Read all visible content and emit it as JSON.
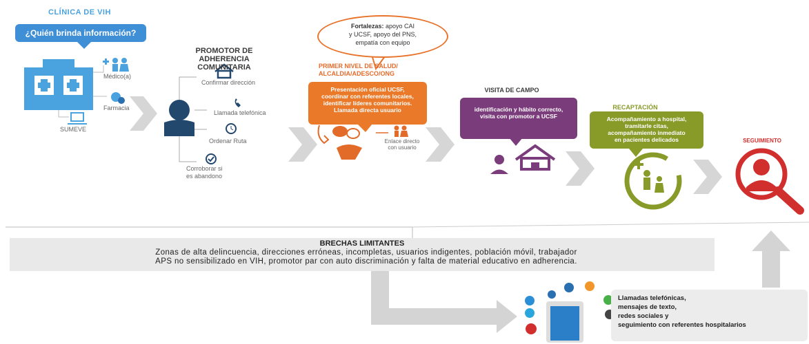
{
  "clinic": {
    "title": "CLÍNICA DE VIH",
    "question": "¿Quién brinda información?",
    "sources": [
      "Médico(a)",
      "Farmacia",
      "SUMEVE"
    ]
  },
  "promoter": {
    "title_line1": "PROMOTOR DE",
    "title_line2": "ADHERENCIA COMUNITARIA",
    "actions": [
      "Confirmar dirección",
      "Llamada telefónica",
      "Ordenar Ruta",
      "Corroborar si",
      "es abandono"
    ]
  },
  "strengths": {
    "label": "Fortalezas:",
    "line1": " apoyo CAI",
    "line2": "y UCSF, apoyo del PNS,",
    "line3": "empatía con equipo"
  },
  "first_level": {
    "title_line1": "PRIMER NIVEL DE SALUD/",
    "title_line2": "ALCALDIA/ADESCO/ONG",
    "card_lines": [
      "Presentación oficial UCSF,",
      "coordinar con referentes locales,",
      "identificar líderes comunitarios.",
      "Llamada directa usuario"
    ],
    "link_line1": "Enlace directo",
    "link_line2": "con usuario"
  },
  "field_visit": {
    "title": "VISITA DE CAMPO",
    "card_lines": [
      "identificación y hábito correcto,",
      "visita con promotor a UCSF"
    ]
  },
  "recapture": {
    "title": "RECAPTACIÓN",
    "card_lines": [
      "Acompañamiento a hospital,",
      "tramitarle citas,",
      "acompañamiento inmediato",
      "en pacientes delicados"
    ]
  },
  "followup": {
    "title": "SEGUIMIENTO"
  },
  "gaps": {
    "title": "BRECHAS LIMITANTES",
    "line1": "Zonas de alta delincuencia, direcciones erróneas, incompletas, usuarios indigentes, población móvil, trabajador",
    "line2": "APS no sensibilizado en VIH, promotor par con auto discriminación y falta de material educativo en adherencia."
  },
  "contact": {
    "lines": [
      "Llamadas telefónicas,",
      "mensajes de texto,",
      "redes sociales y",
      "seguimiento con referentes hospitalarios"
    ]
  },
  "colors": {
    "blue": "#3f8fd6",
    "light_blue": "#8cc3ee",
    "orange": "#ea7a2a",
    "purple": "#7b3c7b",
    "olive": "#889a28",
    "red": "#d12e2e",
    "gray": "#cfcfcf"
  }
}
